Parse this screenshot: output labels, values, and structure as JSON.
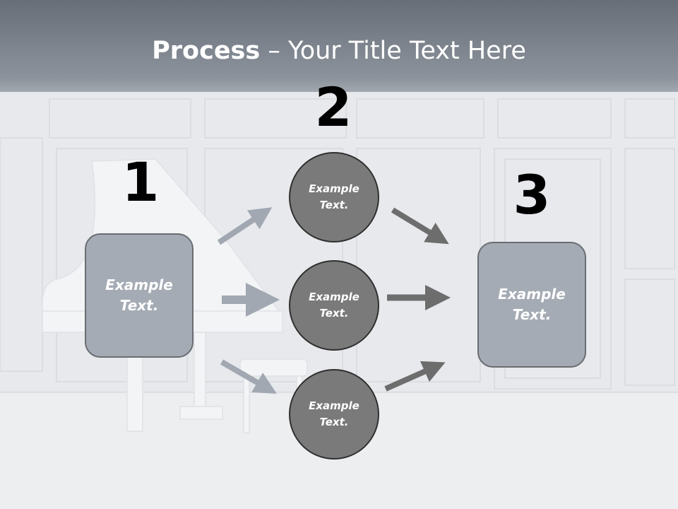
{
  "slide": {
    "title_bold": "Process",
    "title_rest": " – Your Title Text Here"
  },
  "steps": {
    "n1": "1",
    "n2": "2",
    "n3": "3"
  },
  "boxes": {
    "left": "Example Text.",
    "right": "Example Text."
  },
  "circles": {
    "top": "Example Text.",
    "middle": "Example Text.",
    "bottom": "Example Text."
  },
  "colors": {
    "header": "#7b828c",
    "box_fill": "#a4abb4",
    "circle_fill": "#7a7a7a",
    "arrow_light": "#a1a8b1",
    "arrow_dark": "#6d6d6d"
  }
}
